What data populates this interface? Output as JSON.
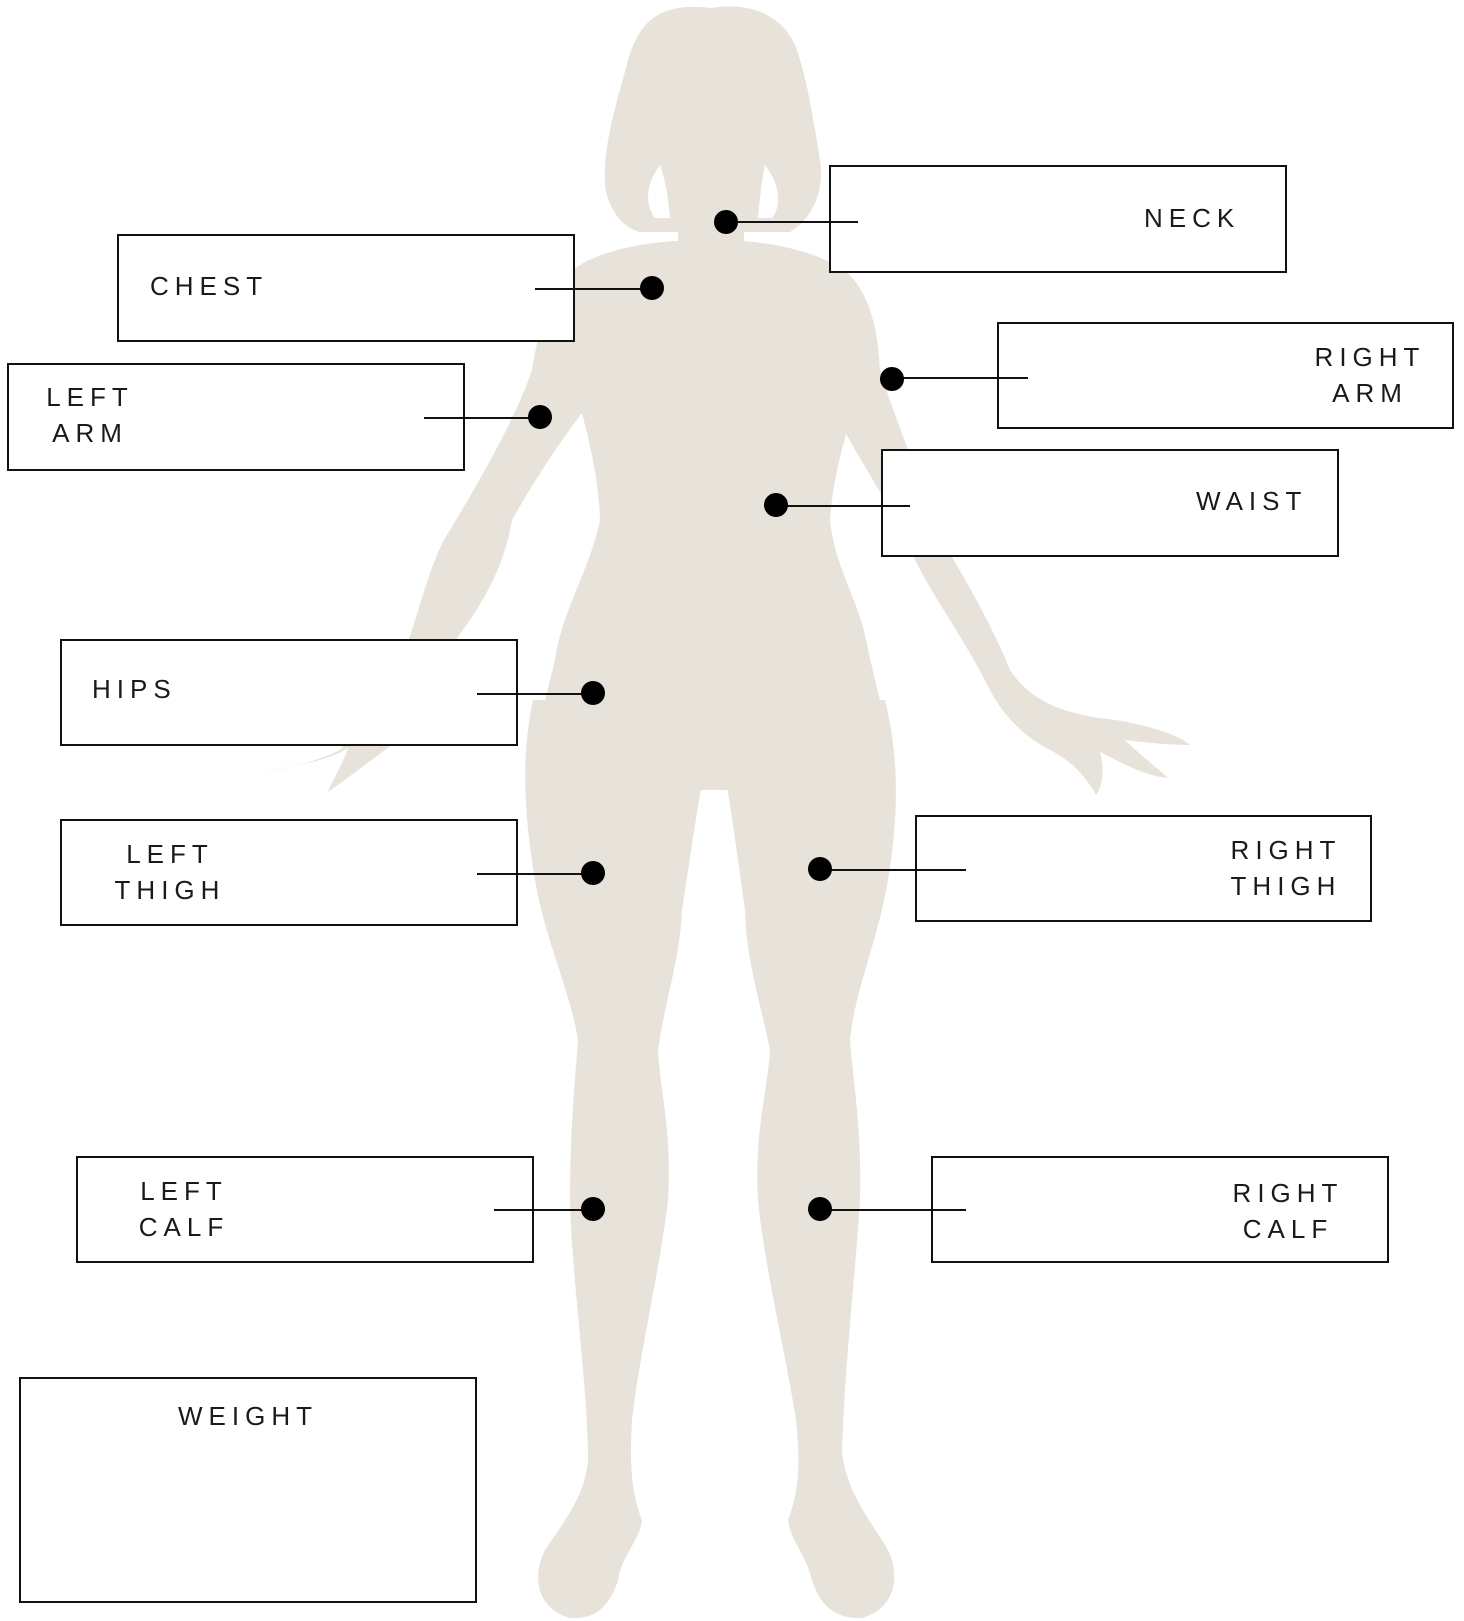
{
  "colors": {
    "silhouette": "#e8e3da",
    "box_border": "#111111",
    "marker": "#000000"
  },
  "measurements": {
    "neck": {
      "lines": [
        "NECK"
      ]
    },
    "chest": {
      "lines": [
        "CHEST"
      ]
    },
    "right_arm": {
      "lines": [
        "RIGHT",
        "ARM"
      ]
    },
    "left_arm": {
      "lines": [
        "LEFT",
        "ARM"
      ]
    },
    "waist": {
      "lines": [
        "WAIST"
      ]
    },
    "hips": {
      "lines": [
        "HIPS"
      ]
    },
    "left_thigh": {
      "lines": [
        "LEFT",
        "THIGH"
      ]
    },
    "right_thigh": {
      "lines": [
        "RIGHT",
        "THIGH"
      ]
    },
    "left_calf": {
      "lines": [
        "LEFT",
        "CALF"
      ]
    },
    "right_calf": {
      "lines": [
        "RIGHT",
        "CALF"
      ]
    },
    "weight": {
      "lines": [
        "WEIGHT"
      ]
    }
  }
}
